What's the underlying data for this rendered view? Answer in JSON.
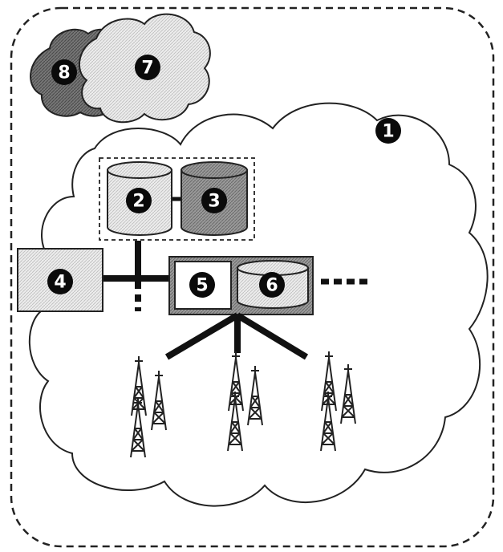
{
  "labels": {
    "cloud_main": "1",
    "storage_a": "2",
    "storage_b": "3",
    "box_left": "4",
    "box_controller": "5",
    "storage_c": "6",
    "cloud_light": "7",
    "cloud_dark": "8"
  },
  "colors": {
    "outline": "#111111",
    "light_fill": "#e6e6e6",
    "medium_fill": "#8f8f8f",
    "dark_cloud": "#6e6e6e",
    "label_bg": "#0a0a0a",
    "label_text": "#ffffff"
  },
  "icons": {
    "tower": "cell-tower-icon",
    "storage": "cylinder-icon"
  }
}
